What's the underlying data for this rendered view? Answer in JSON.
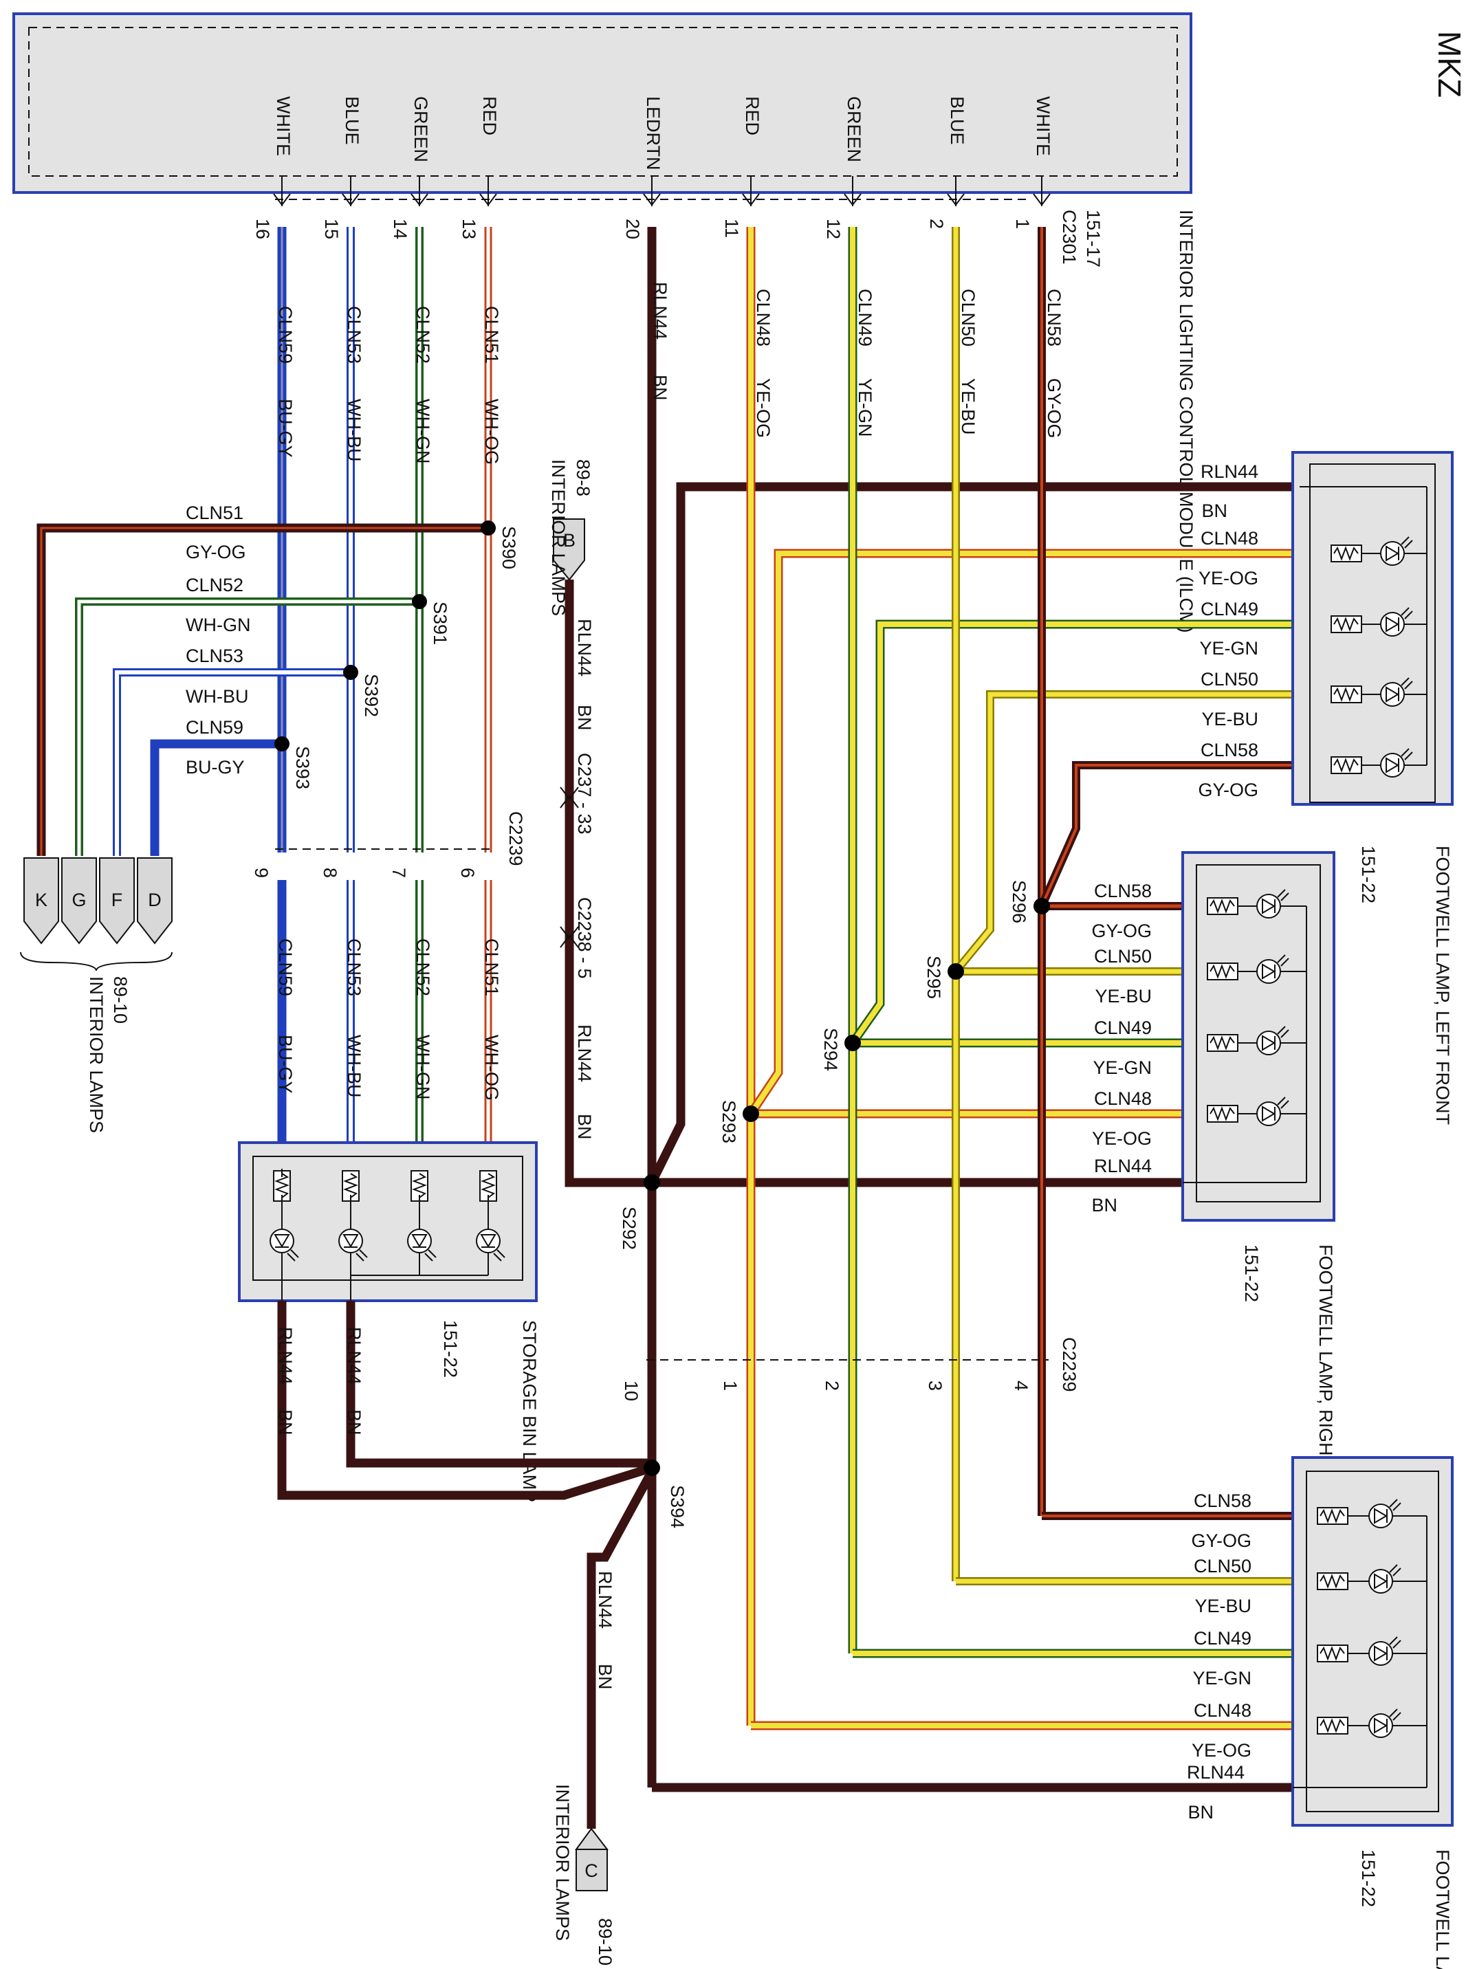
{
  "page_label": "MKZ",
  "colors": {
    "brown": "#3a1212",
    "red_orange": "#c9411a",
    "yellow": "#f2e33a",
    "yellow_dark": "#8a7a00",
    "green": "#1f5e1f",
    "blue": "#1f3fbf",
    "wire_white": "#ffffff",
    "gray_box": "#e3e3e3",
    "box_border": "#2b3fb0"
  },
  "ilcm": {
    "name": "INTERIOR LIGHTING CONTROL MODULE (ILCM)",
    "ref": "151-17",
    "connector": "C2301",
    "pin_labels": [
      "WHITE",
      "BLUE",
      "GREEN",
      "RED",
      "LEDRTN",
      "RED",
      "GREEN",
      "BLUE",
      "WHITE"
    ],
    "pins": [
      "16",
      "15",
      "14",
      "13",
      "20",
      "11",
      "12",
      "2",
      "1"
    ]
  },
  "wires": {
    "w16": {
      "circuit": "CLN59",
      "color": "BU-GY"
    },
    "w15": {
      "circuit": "CLN53",
      "color": "WH-BU"
    },
    "w14": {
      "circuit": "CLN52",
      "color": "WH-GN"
    },
    "w13": {
      "circuit": "CLN51",
      "color": "WH-OG"
    },
    "w20": {
      "circuit": "RLN44",
      "color": "BN"
    },
    "w11": {
      "circuit": "CLN48",
      "color": "YE-OG"
    },
    "w12": {
      "circuit": "CLN49",
      "color": "YE-GN"
    },
    "w2": {
      "circuit": "CLN50",
      "color": "YE-BU"
    },
    "w1": {
      "circuit": "CLN58",
      "color": "GY-OG"
    }
  },
  "splices": [
    "S390",
    "S391",
    "S392",
    "S393",
    "S292",
    "S293",
    "S294",
    "S295",
    "S296",
    "S394"
  ],
  "connectors": {
    "c2239": "C2239",
    "c2239_pins": [
      "9",
      "8",
      "7",
      "6"
    ],
    "c2239_b": "C2239",
    "c2239_b_pins": [
      "10",
      "1",
      "2",
      "3",
      "4"
    ],
    "c237": "C237 - 33",
    "c2238": "C2238 - 5"
  },
  "interior_lamps_left": {
    "pins": [
      "K",
      "G",
      "F",
      "D"
    ],
    "ref": "89-10",
    "name": "INTERIOR LAMPS",
    "branches": [
      {
        "circuit": "CLN51",
        "color": "GY-OG"
      },
      {
        "circuit": "CLN52",
        "color": "WH-GN"
      },
      {
        "circuit": "CLN53",
        "color": "WH-BU"
      },
      {
        "circuit": "CLN59",
        "color": "BU-GY"
      }
    ]
  },
  "interior_lamps_b": {
    "pin": "B",
    "ref": "89-8",
    "name": "INTERIOR LAMPS"
  },
  "interior_lamps_c": {
    "pin": "C",
    "ref": "89-10",
    "name": "INTERIOR LAMPS"
  },
  "storage_bin": {
    "name": "STORAGE BIN LAMP",
    "ref": "151-22"
  },
  "footwell_left": {
    "name": "FOOTWELL LAMP, LEFT FRONT",
    "ref": "151-22",
    "wires": [
      {
        "circuit": "RLN44",
        "color": "BN"
      },
      {
        "circuit": "CLN48",
        "color": "YE-OG"
      },
      {
        "circuit": "CLN49",
        "color": "YE-GN"
      },
      {
        "circuit": "CLN50",
        "color": "YE-BU"
      },
      {
        "circuit": "CLN58",
        "color": "GY-OG"
      }
    ]
  },
  "footwell_right": {
    "name": "FOOTWELL LAMP, RIGHT FRONT",
    "ref": "151-22",
    "wires": [
      {
        "circuit": "CLN58",
        "color": "GY-OG"
      },
      {
        "circuit": "CLN50",
        "color": "YE-BU"
      },
      {
        "circuit": "CLN49",
        "color": "YE-GN"
      },
      {
        "circuit": "CLN48",
        "color": "YE-OG"
      },
      {
        "circuit": "RLN44",
        "color": "BN"
      }
    ]
  },
  "footwell_rear": {
    "name": "FOOTWELL LAMP, REAR",
    "ref": "151-22",
    "wires": [
      {
        "circuit": "CLN58",
        "color": "GY-OG"
      },
      {
        "circuit": "CLN50",
        "color": "YE-BU"
      },
      {
        "circuit": "CLN49",
        "color": "YE-GN"
      },
      {
        "circuit": "CLN48",
        "color": "YE-OG"
      },
      {
        "circuit": "RLN44",
        "color": "BN"
      }
    ]
  }
}
